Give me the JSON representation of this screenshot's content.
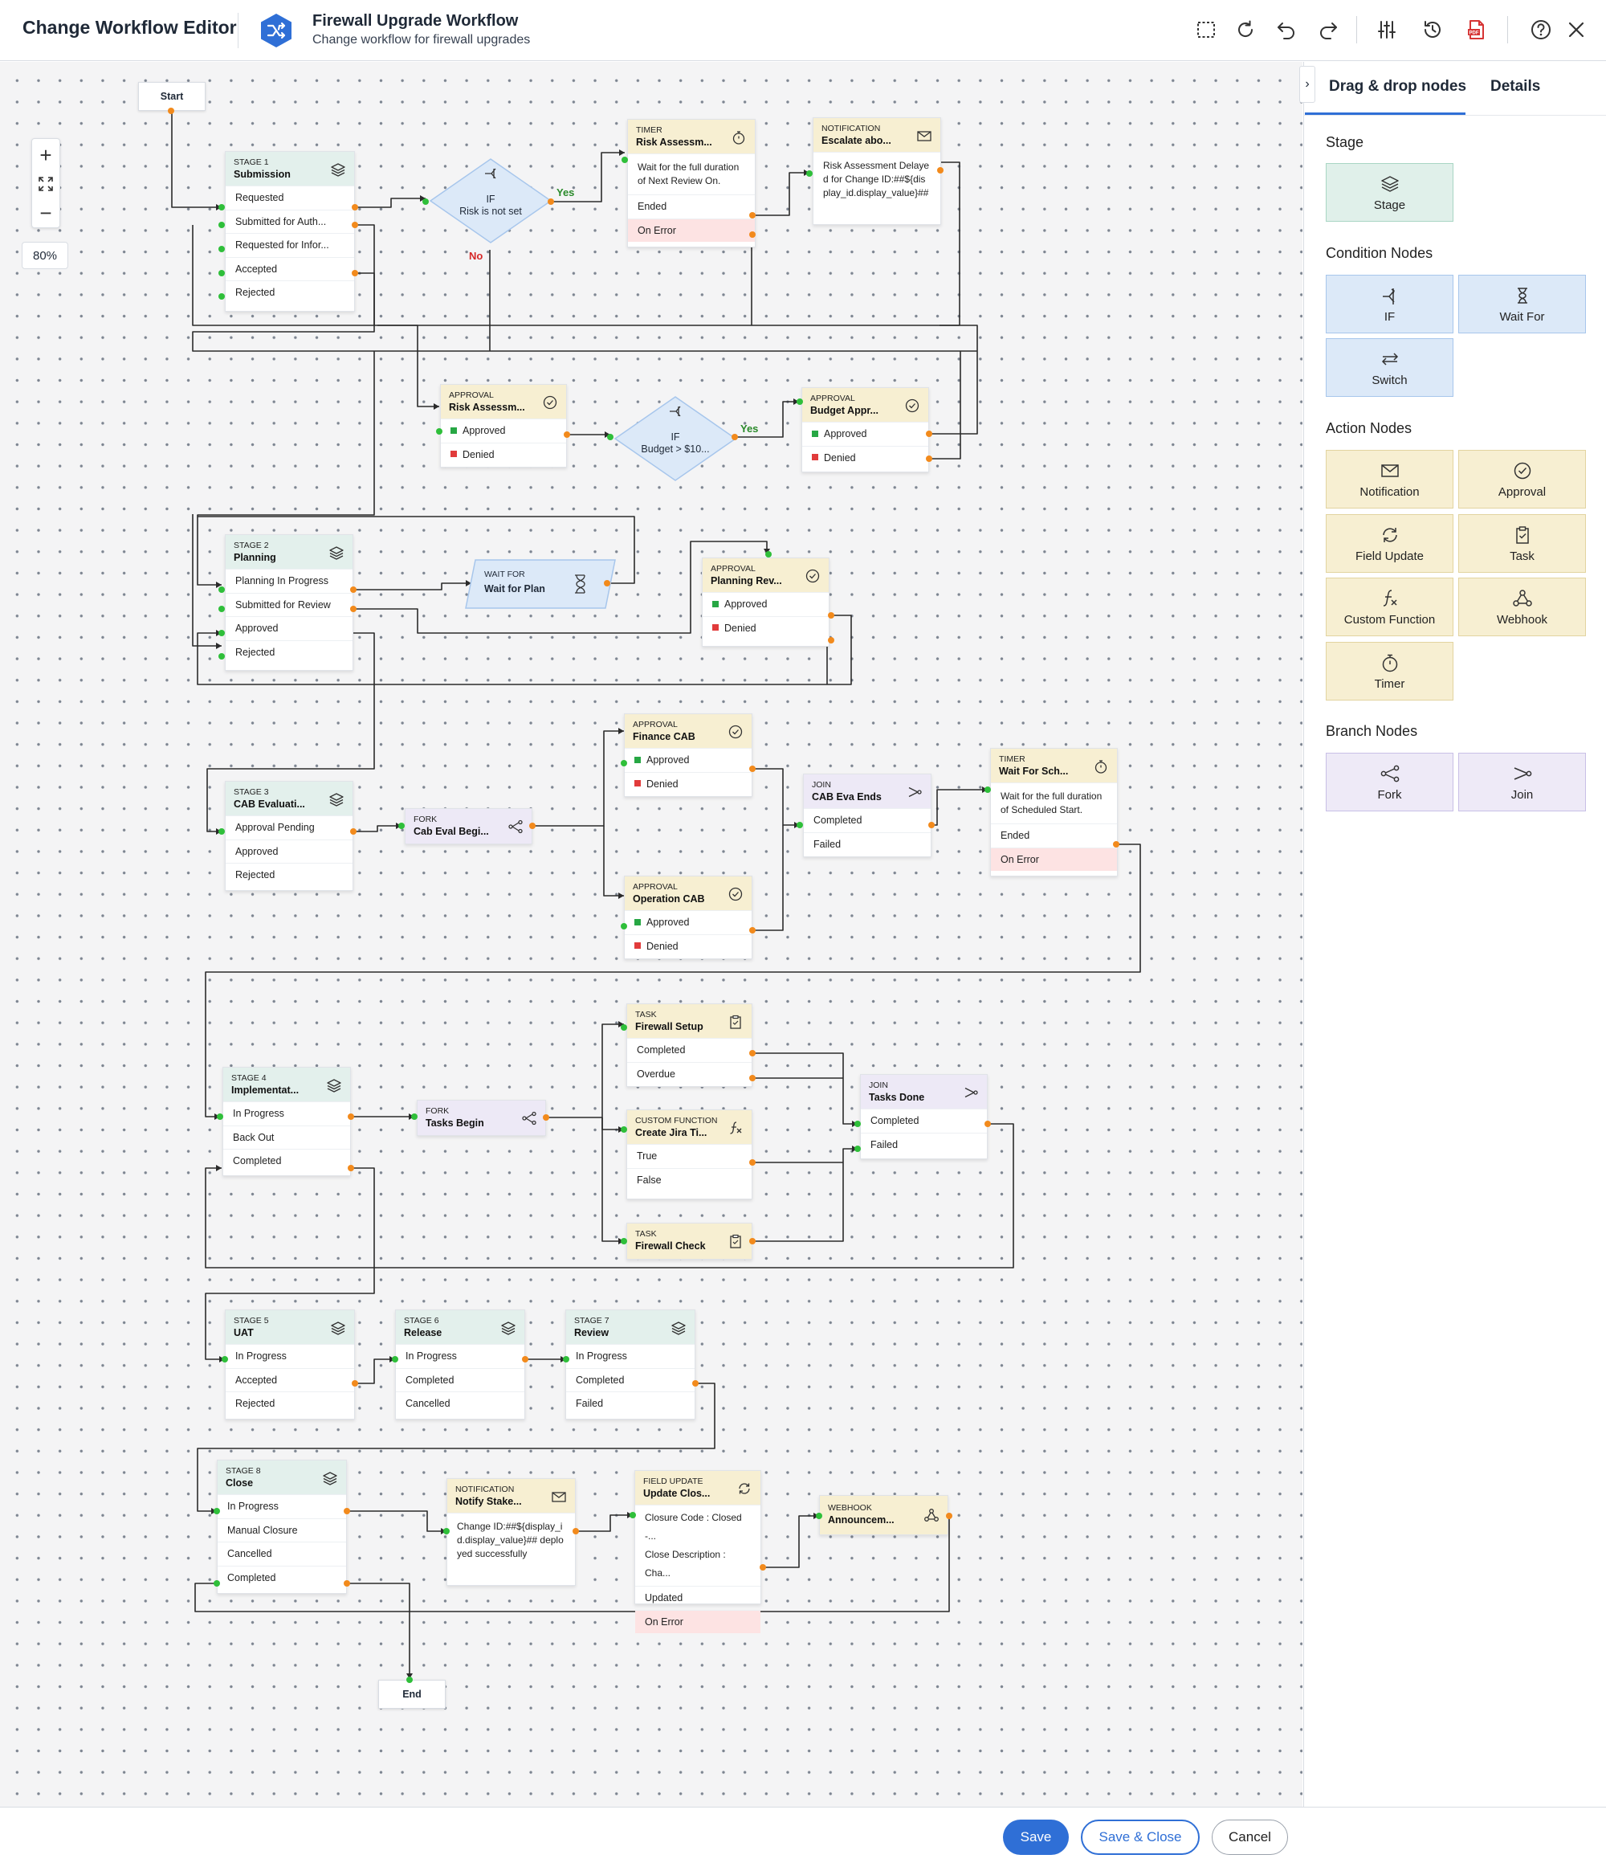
{
  "header": {
    "editor_title": "Change Workflow Editor",
    "workflow_name": "Firewall Upgrade Workflow",
    "workflow_description": "Change workflow for firewall upgrades",
    "toolbar_icons": [
      "select-area-icon",
      "redo-refresh-icon",
      "undo-icon",
      "redo-icon",
      "sliders-icon",
      "history-icon",
      "pdf-export-icon",
      "help-icon",
      "close-icon"
    ]
  },
  "canvas": {
    "zoom": {
      "zoom_in": "+",
      "zoom_out": "−",
      "level": "80%"
    },
    "start_label": "Start",
    "end_label": "End",
    "nodes": {
      "stage1": {
        "kind": "STAGE 1",
        "name": "Submission",
        "rows": [
          "Requested",
          "Submitted for Auth...",
          "Requested for Infor...",
          "Accepted",
          "Rejected"
        ]
      },
      "if1": {
        "kind": "IF",
        "name": "Risk is not set",
        "yes": "Yes",
        "no": "No"
      },
      "timer1": {
        "kind": "TIMER",
        "name": "Risk Assessm...",
        "body": "Wait for the full duration of Next Review On.",
        "rows": [
          "Ended",
          "On Error"
        ]
      },
      "notif1": {
        "kind": "NOTIFICATION",
        "name": "Escalate abo...",
        "body": "Risk Assessment Delayed for Change ID:##${display_id.display_value}##"
      },
      "approval1": {
        "kind": "APPROVAL",
        "name": "Risk Assessm...",
        "rows": [
          "Approved",
          "Denied"
        ]
      },
      "if2": {
        "kind": "IF",
        "name": "Budget > $10...",
        "yes": "Yes"
      },
      "approval2": {
        "kind": "APPROVAL",
        "name": "Budget Appr...",
        "rows": [
          "Approved",
          "Denied"
        ]
      },
      "stage2": {
        "kind": "STAGE 2",
        "name": "Planning",
        "rows": [
          "Planning In Progress",
          "Submitted for Review",
          "Approved",
          "Rejected"
        ]
      },
      "waitfor1": {
        "kind": "WAIT FOR",
        "name": "Wait for Plan"
      },
      "approval3": {
        "kind": "APPROVAL",
        "name": "Planning Rev...",
        "rows": [
          "Approved",
          "Denied"
        ]
      },
      "stage3": {
        "kind": "STAGE 3",
        "name": "CAB Evaluati...",
        "rows": [
          "Approval Pending",
          "Approved",
          "Rejected"
        ]
      },
      "fork1": {
        "kind": "FORK",
        "name": "Cab Eval Begi..."
      },
      "approval4": {
        "kind": "APPROVAL",
        "name": "Finance CAB",
        "rows": [
          "Approved",
          "Denied"
        ]
      },
      "approval5": {
        "kind": "APPROVAL",
        "name": "Operation CAB",
        "rows": [
          "Approved",
          "Denied"
        ]
      },
      "join1": {
        "kind": "JOIN",
        "name": "CAB Eva Ends",
        "rows": [
          "Completed",
          "Failed"
        ]
      },
      "timer2": {
        "kind": "TIMER",
        "name": "Wait For Sch...",
        "body": "Wait for the full duration of Scheduled Start.",
        "rows": [
          "Ended",
          "On Error"
        ]
      },
      "stage4": {
        "kind": "STAGE 4",
        "name": "Implementat...",
        "rows": [
          "In Progress",
          "Back Out",
          "Completed"
        ]
      },
      "fork2": {
        "kind": "FORK",
        "name": "Tasks Begin"
      },
      "task1": {
        "kind": "TASK",
        "name": "Firewall Setup",
        "rows": [
          "Completed",
          "Overdue"
        ]
      },
      "cf1": {
        "kind": "CUSTOM FUNCTION",
        "name": "Create Jira Ti...",
        "rows": [
          "True",
          "False"
        ]
      },
      "task2": {
        "kind": "TASK",
        "name": "Firewall Check"
      },
      "join2": {
        "kind": "JOIN",
        "name": "Tasks Done",
        "rows": [
          "Completed",
          "Failed"
        ]
      },
      "stage5": {
        "kind": "STAGE 5",
        "name": "UAT",
        "rows": [
          "In Progress",
          "Accepted",
          "Rejected"
        ]
      },
      "stage6": {
        "kind": "STAGE 6",
        "name": "Release",
        "rows": [
          "In Progress",
          "Completed",
          "Cancelled"
        ]
      },
      "stage7": {
        "kind": "STAGE 7",
        "name": "Review",
        "rows": [
          "In Progress",
          "Completed",
          "Failed"
        ]
      },
      "stage8": {
        "kind": "STAGE 8",
        "name": "Close",
        "rows": [
          "In Progress",
          "Manual Closure",
          "Cancelled",
          "Completed"
        ]
      },
      "notif2": {
        "kind": "NOTIFICATION",
        "name": "Notify Stake...",
        "body": "Change ID:##${display_id.display_value}## deployed successfully"
      },
      "fu1": {
        "kind": "FIELD UPDATE",
        "name": "Update Clos...",
        "body_lines": [
          "Closure Code : Closed -...",
          "Close Description : Cha..."
        ],
        "rows": [
          "Updated",
          "On Error"
        ]
      },
      "webhook1": {
        "kind": "WEBHOOK",
        "name": "Announcem..."
      }
    }
  },
  "panel": {
    "tabs": [
      "Drag & drop nodes",
      "Details"
    ],
    "active_tab": "Drag & drop nodes",
    "sections": {
      "stage": {
        "title": "Stage",
        "items": [
          {
            "label": "Stage",
            "icon": "layers-icon"
          }
        ]
      },
      "condition": {
        "title": "Condition Nodes",
        "items": [
          {
            "label": "IF",
            "icon": "if-branch-icon"
          },
          {
            "label": "Wait For",
            "icon": "hourglass-icon"
          },
          {
            "label": "Switch",
            "icon": "switch-arrows-icon"
          }
        ]
      },
      "action": {
        "title": "Action Nodes",
        "items": [
          {
            "label": "Notification",
            "icon": "envelope-icon"
          },
          {
            "label": "Approval",
            "icon": "check-circle-icon"
          },
          {
            "label": "Field Update",
            "icon": "refresh-icon"
          },
          {
            "label": "Task",
            "icon": "clipboard-icon"
          },
          {
            "label": "Custom Function",
            "icon": "function-icon"
          },
          {
            "label": "Webhook",
            "icon": "webhook-icon"
          },
          {
            "label": "Timer",
            "icon": "stopwatch-icon"
          }
        ]
      },
      "branch": {
        "title": "Branch Nodes",
        "items": [
          {
            "label": "Fork",
            "icon": "fork-icon"
          },
          {
            "label": "Join",
            "icon": "join-icon"
          }
        ]
      }
    }
  },
  "footer": {
    "save": "Save",
    "save_close": "Save & Close",
    "cancel": "Cancel"
  },
  "colors": {
    "primary": "#2f6fd6",
    "stage": "#e3f0ec",
    "action": "#f7efd2",
    "condition": "#dce9f8",
    "branch": "#ede9f6",
    "error": "#fde3e3",
    "input_port": "#2fbf3a",
    "output_port": "#f28a1c"
  }
}
